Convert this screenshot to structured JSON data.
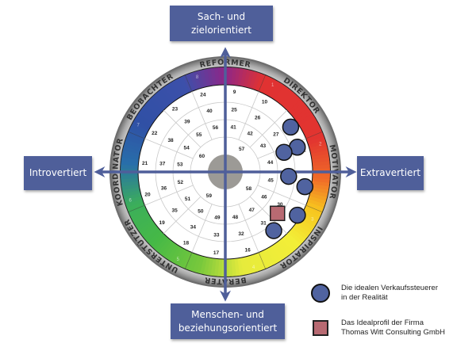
{
  "axes": {
    "top": "Sach- und zielorientiert",
    "bottom": "Menschen- und beziehungsorientiert",
    "left": "Introvertiert",
    "right": "Extravertiert"
  },
  "roles": [
    "DIREKTOR",
    "MOTIVATOR",
    "INSPIRATOR",
    "BERATER",
    "UNTERSTÜTZER",
    "KOORDINATOR",
    "BEOBACHTER",
    "REFORMER"
  ],
  "band_segments": [
    "1",
    "2",
    "3",
    "4",
    "5",
    "6",
    "7",
    "8"
  ],
  "colors": {
    "axis_box": "#4f5f9a",
    "marker_circle": "#5063a0",
    "marker_square": "#b86a72",
    "band": [
      "#7b2f8f",
      "#e03a35",
      "#ef6a2a",
      "#f7c21c",
      "#f3ef3c",
      "#9ad23f",
      "#3fb84a",
      "#3a9a6a",
      "#2f5aa6",
      "#3a4fa8"
    ]
  },
  "grid": {
    "sectors": 16,
    "ring1_labels": [
      "9",
      "10",
      "11",
      "12",
      "13",
      "14",
      "15",
      "16",
      "17",
      "18",
      "19",
      "20",
      "21",
      "22",
      "23",
      "24"
    ],
    "ring2_labels": [
      "25",
      "26",
      "27",
      "28",
      "29",
      "30",
      "31",
      "32",
      "33",
      "34",
      "35",
      "36",
      "37",
      "38",
      "39",
      "40"
    ],
    "ring3_labels": [
      "41",
      "42",
      "43",
      "44",
      "45",
      "46",
      "47",
      "48",
      "49",
      "50",
      "51",
      "52",
      "53",
      "54",
      "55",
      "56"
    ],
    "ring4_labels": [
      "57",
      "58",
      "59",
      "60"
    ]
  },
  "markers": {
    "circles": [
      "11",
      "12",
      "28",
      "29",
      "13",
      "14",
      "15"
    ],
    "square": "30"
  },
  "legend": {
    "circle_label_line1": "Die idealen Verkaufssteuerer",
    "circle_label_line2": "in der Realität",
    "square_label_line1": "Das Idealprofil der Firma",
    "square_label_line2": "Thomas Witt Consulting GmbH"
  }
}
